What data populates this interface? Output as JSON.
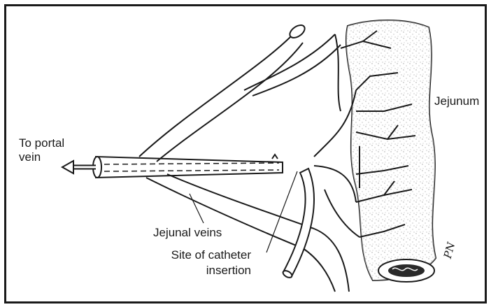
{
  "figure": {
    "labels": {
      "to_portal_vein_line1": "To portal",
      "to_portal_vein_line2": "vein",
      "jejunum": "Jejunum",
      "jejunal_veins": "Jejunal veins",
      "catheter_site_line1": "Site of catheter",
      "catheter_site_line2": "insertion"
    }
  }
}
